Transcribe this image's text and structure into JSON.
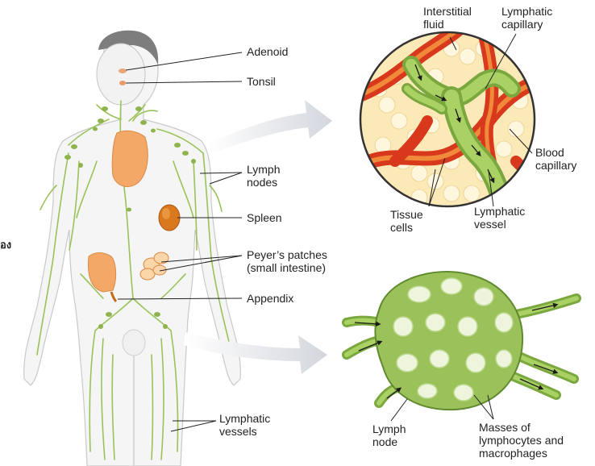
{
  "labels": {
    "adenoid": "Adenoid",
    "tonsil": "Tonsil",
    "lymph_nodes": [
      "Lymph",
      "nodes"
    ],
    "spleen": "Spleen",
    "peyers": [
      "Peyer’s patches",
      "(small intestine)"
    ],
    "appendix": "Appendix",
    "lymphatic_vessels": [
      "Lymphatic",
      "vessels"
    ],
    "interstitial_fluid": [
      "Interstitial",
      "fluid"
    ],
    "lymphatic_capillary": [
      "Lymphatic",
      "capillary"
    ],
    "blood_capillary": [
      "Blood",
      "capillary"
    ],
    "tissue_cells": [
      "Tissue",
      "cells"
    ],
    "lymphatic_vessel": [
      "Lymphatic",
      "vessel"
    ],
    "lymph_node": [
      "Lymph",
      "node"
    ],
    "masses": [
      "Masses of",
      "lymphocytes and",
      "macrophages"
    ],
    "edge_fragment": "อง"
  },
  "colors": {
    "lymph_green": "#9bc25a",
    "lymph_dark": "#5f8a2e",
    "node_green": "#a9cf6b",
    "blood_red": "#d8381c",
    "blood_orange": "#f08a3a",
    "organ_orange": "#f4a867",
    "spleen": "#d9781c",
    "tissue": "#fbe9b8",
    "skin": "#f3f3f3",
    "arrow": "#d8dbe0"
  }
}
